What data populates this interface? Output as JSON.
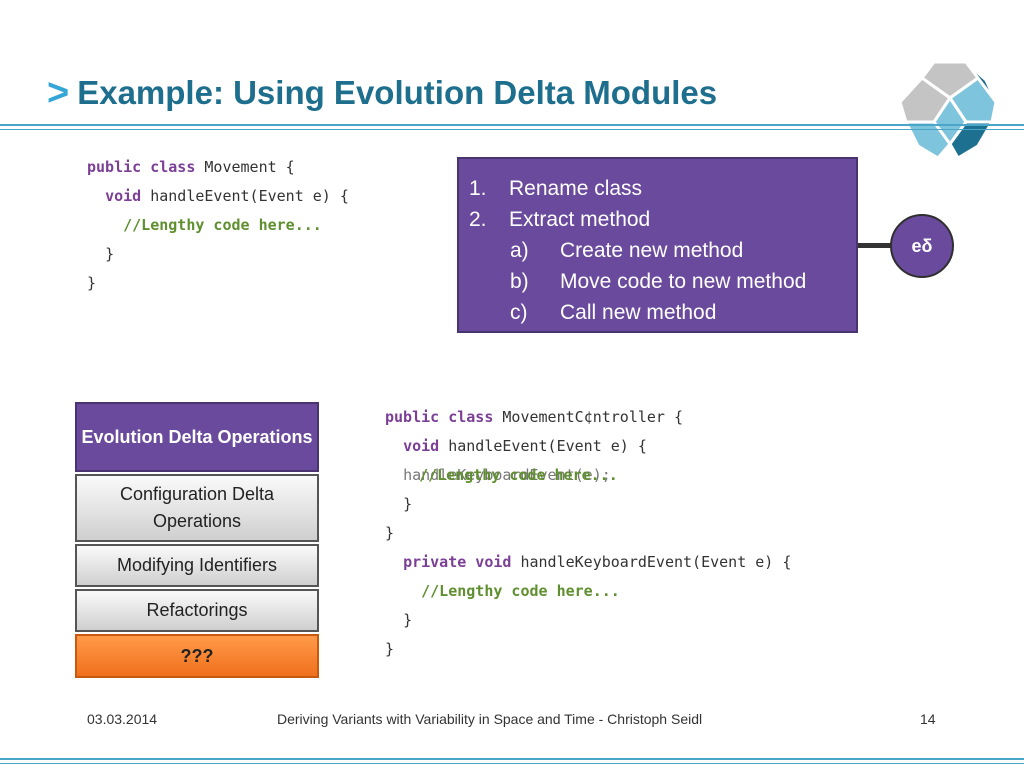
{
  "slide": {
    "chevron": ">",
    "title": "Example: Using Evolution Delta Modules"
  },
  "code_before": {
    "l1_kw": "public class",
    "l1_rest": " Movement {",
    "l2_kw": "void",
    "l2_rest": " handleEvent(Event e) {",
    "l3_comment": "//Lengthy code here...",
    "l4": "}",
    "l5": "}"
  },
  "evolution_steps": {
    "s1_num": "1.",
    "s1": "Rename class",
    "s2_num": "2.",
    "s2": "Extract method",
    "s2a_num": "a)",
    "s2a": "Create new method",
    "s2b_num": "b)",
    "s2b": "Move code to new method",
    "s2c_num": "c)",
    "s2c": "Call new method"
  },
  "delta_node": {
    "label": "eδ"
  },
  "layers": {
    "l1": "Evolution Delta Operations",
    "l2": "Configuration Delta Operations",
    "l3": "Modifying Identifiers",
    "l4": "Refactorings",
    "l5": "???"
  },
  "code_after": {
    "l1_kw": "public class",
    "l1_rest": " MovementC¢ntroller {",
    "l2_kw": "void",
    "l2_rest": " handleEvent(Event e) {",
    "l3_overlap": "handleKeyboardEvent(e);",
    "l3_comment": "//Lengthy code here...",
    "l4": "}",
    "l5": "}",
    "l6_kw": "private void",
    "l6_rest": " handleKeyboardEvent(Event e) {",
    "l7_comment": "//Lengthy code here...",
    "l8": "}",
    "l9": "}"
  },
  "footer": {
    "date": "03.03.2014",
    "center": "Deriving Variants with Variability in Space and Time - Christoph Seidl",
    "page": "14"
  },
  "colors": {
    "title": "#1e6e8e",
    "accent": "#35a6d6",
    "purple": "#6a4a9c",
    "keyword": "#7b3f96",
    "comment": "#5f8f2f",
    "orange": "#f0701c"
  }
}
